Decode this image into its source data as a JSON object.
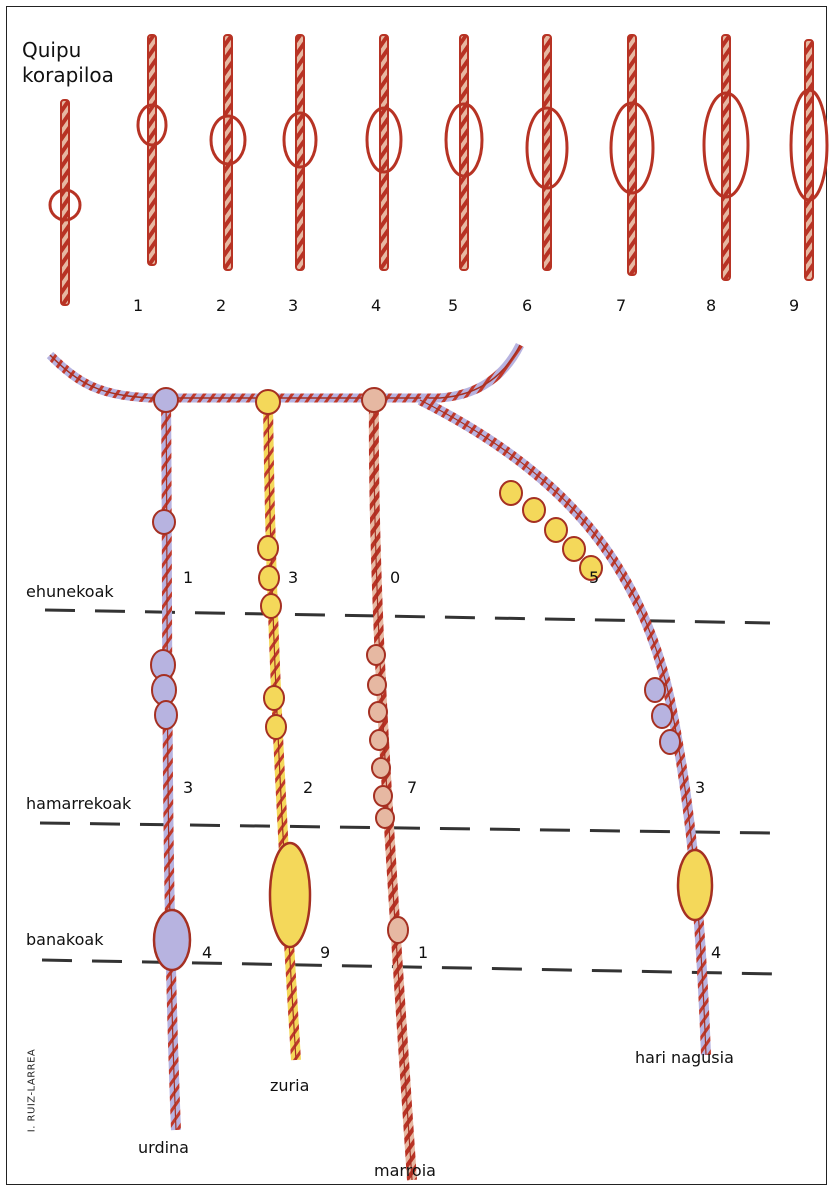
{
  "title_line1": "Quipu",
  "title_line2": "korapiloa",
  "knot_numbers": [
    "1",
    "2",
    "3",
    "4",
    "5",
    "6",
    "7",
    "8",
    "9"
  ],
  "rows": {
    "hundreds": "ehunekoak",
    "tens": "hamarrekoak",
    "units": "banakoak"
  },
  "cords": [
    {
      "name": "urdina",
      "hundreds": "1",
      "tens": "3",
      "units": "4"
    },
    {
      "name": "zuria",
      "hundreds": "3",
      "tens": "2",
      "units": "9"
    },
    {
      "name": "marroia",
      "hundreds": "0",
      "tens": "7",
      "units": "1"
    },
    {
      "name": "hari nagusia",
      "hundreds": "5",
      "tens": "3",
      "units": "4"
    }
  ],
  "credit": "I. RUIZ-LARREA",
  "colors": {
    "rope_red": "#c0392b",
    "rope_blue": "#a9a6d6",
    "rope_yellow": "#f2d64b",
    "dash": "#333333"
  }
}
